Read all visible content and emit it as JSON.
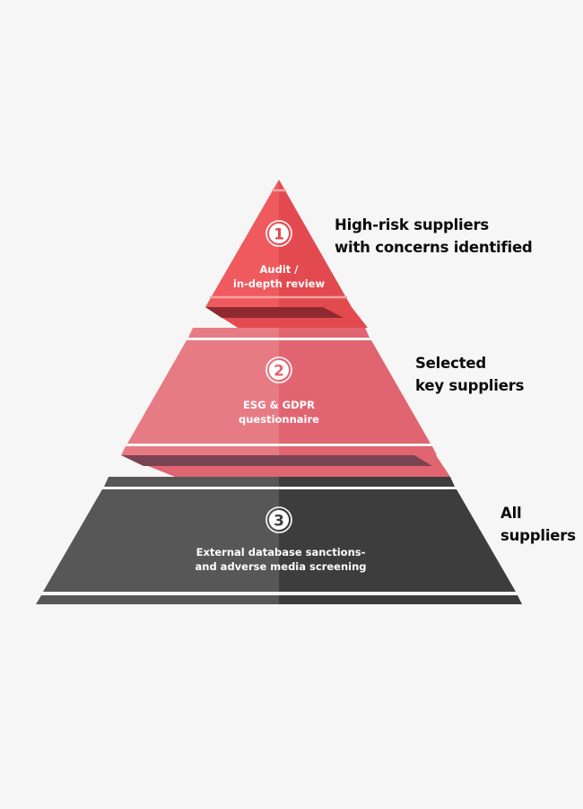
{
  "colors": {
    "background": "#f6f6f6",
    "tier1_left": "#ee5a5e",
    "tier1_right": "#e34a50",
    "tier1_shadow": "#8e2a2f",
    "tier1_line": "#f6a3a3",
    "tier2_left": "#e77b84",
    "tier2_right": "#e06571",
    "tier2_shadow": "#7a4352",
    "tier2_line": "#ffffff",
    "tier3_left": "#575757",
    "tier3_right": "#3d3d3d",
    "tier3_line": "#ffffff",
    "label_text": "#0b0b0b"
  },
  "tiers": [
    {
      "number": "1",
      "title_lines": [
        "Audit /",
        "in-depth review"
      ],
      "label_lines": [
        "High-risk suppliers",
        "with concerns identified"
      ]
    },
    {
      "number": "2",
      "title_lines": [
        "ESG & GDPR",
        "questionnaire"
      ],
      "label_lines": [
        "Selected",
        "key suppliers"
      ]
    },
    {
      "number": "3",
      "title_lines": [
        "External database sanctions-",
        "and adverse media screening"
      ],
      "label_lines": [
        "All",
        "suppliers"
      ]
    }
  ]
}
